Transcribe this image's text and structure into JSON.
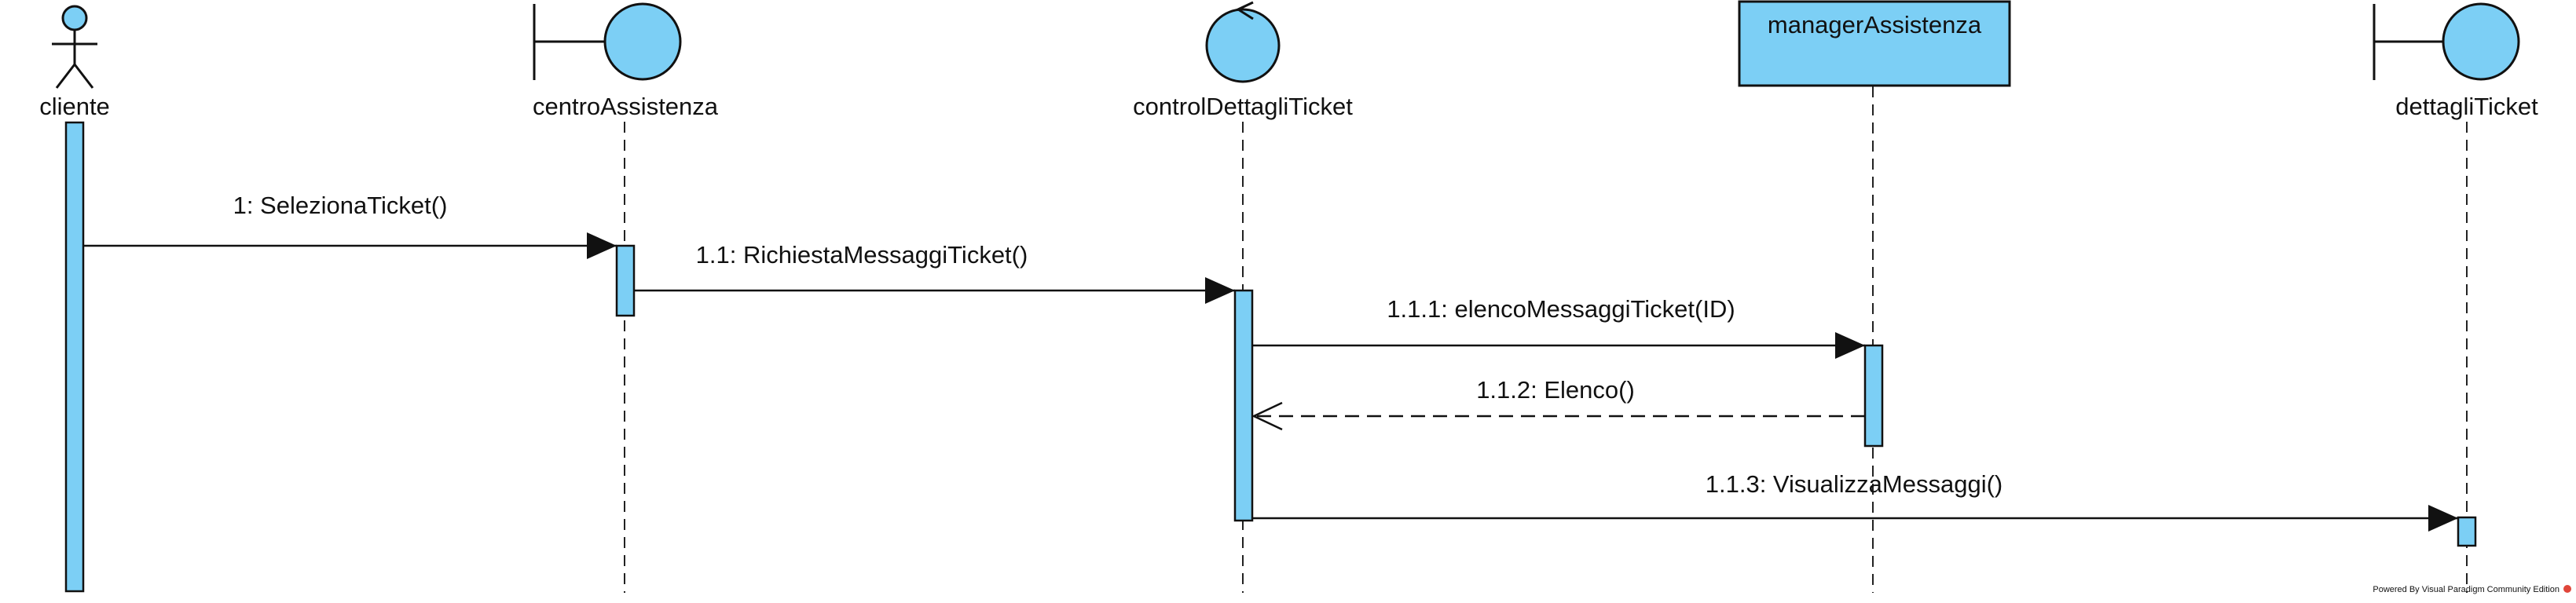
{
  "participants": {
    "actor": {
      "name": "cliente"
    },
    "boundary1": {
      "name": "centroAssistenza"
    },
    "control": {
      "name": "controlDettagliTicket"
    },
    "entity": {
      "name": "managerAssistenza"
    },
    "boundary2": {
      "name": "dettagliTicket"
    }
  },
  "messages": [
    {
      "label": "1: SelezionaTicket()",
      "kind": "synchronous"
    },
    {
      "label": "1.1: RichiestaMessaggiTicket()",
      "kind": "synchronous"
    },
    {
      "label": "1.1.1: elencoMessaggiTicket(ID)",
      "kind": "synchronous"
    },
    {
      "label": "1.1.2: Elenco()",
      "kind": "return"
    },
    {
      "label": "1.1.3: VisualizzaMessaggi()",
      "kind": "synchronous"
    }
  ],
  "watermark": "Powered By  Visual Paradigm Community Edition",
  "colors": {
    "fill": "#7ccff5",
    "stroke": "#111111",
    "background": "#ffffff"
  }
}
